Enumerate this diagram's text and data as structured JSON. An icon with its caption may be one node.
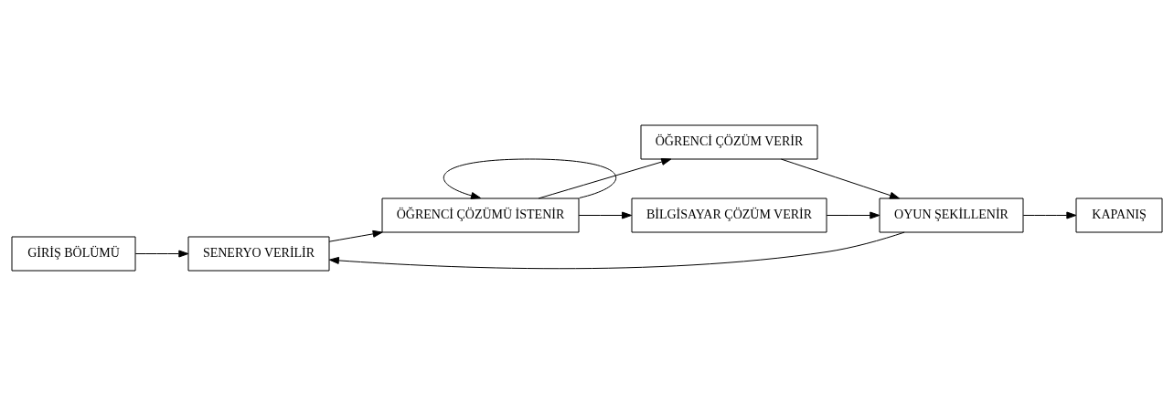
{
  "diagram": {
    "nodes": [
      {
        "text": [
          "GİRİŞ BÖLÜMÜ"
        ]
      },
      {
        "text": [
          "SENERYO VERİLİR"
        ]
      },
      {
        "text": [
          "ÖĞRENCİ ÇÖZÜMÜ İSTENİR"
        ]
      },
      {
        "text": [
          "ÖĞRENCİ ÇÖZÜM VERİR"
        ]
      },
      {
        "text": [
          "BİLGİSAYAR ÇÖZÜM VERİR"
        ]
      },
      {
        "text": [
          "OYUN ŞEKİLLENİR"
        ]
      },
      {
        "text": [
          "KAPANIŞ"
        ]
      }
    ],
    "edges": [
      {
        "from": 0,
        "to": 1,
        "arrow": "to"
      },
      {
        "from": 1,
        "to": 2,
        "arrow": "to"
      },
      {
        "from": 2,
        "to": 2,
        "arrow": "to"
      },
      {
        "from": 2,
        "to": 3,
        "arrow": "to"
      },
      {
        "from": 2,
        "to": 4,
        "arrow": "to"
      },
      {
        "from": 3,
        "to": 5,
        "arrow": "to"
      },
      {
        "from": 4,
        "to": 5,
        "arrow": "to"
      },
      {
        "from": 5,
        "to": 1,
        "arrow": "to"
      },
      {
        "from": 5,
        "to": 6,
        "arrow": "to"
      }
    ]
  }
}
